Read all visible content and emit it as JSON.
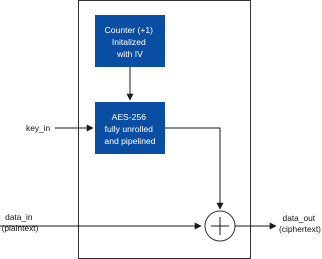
{
  "colors": {
    "block_fill": "#0a4ea3",
    "line": "#1a1a1a",
    "frame": "#333333",
    "background": "#ffffff"
  },
  "counter_block": {
    "lines": [
      "Counter (+1)",
      "Initalized",
      "with IV"
    ]
  },
  "aes_block": {
    "lines": [
      "AES-256",
      "fully unrolled",
      "and pipelined"
    ]
  },
  "inputs": {
    "key_in": "key_in",
    "data_in": [
      "data_in",
      "(plaintext)"
    ]
  },
  "outputs": {
    "data_out": [
      "data_out",
      "(ciphertext)"
    ]
  },
  "xor_symbol": "plus-in-circle"
}
